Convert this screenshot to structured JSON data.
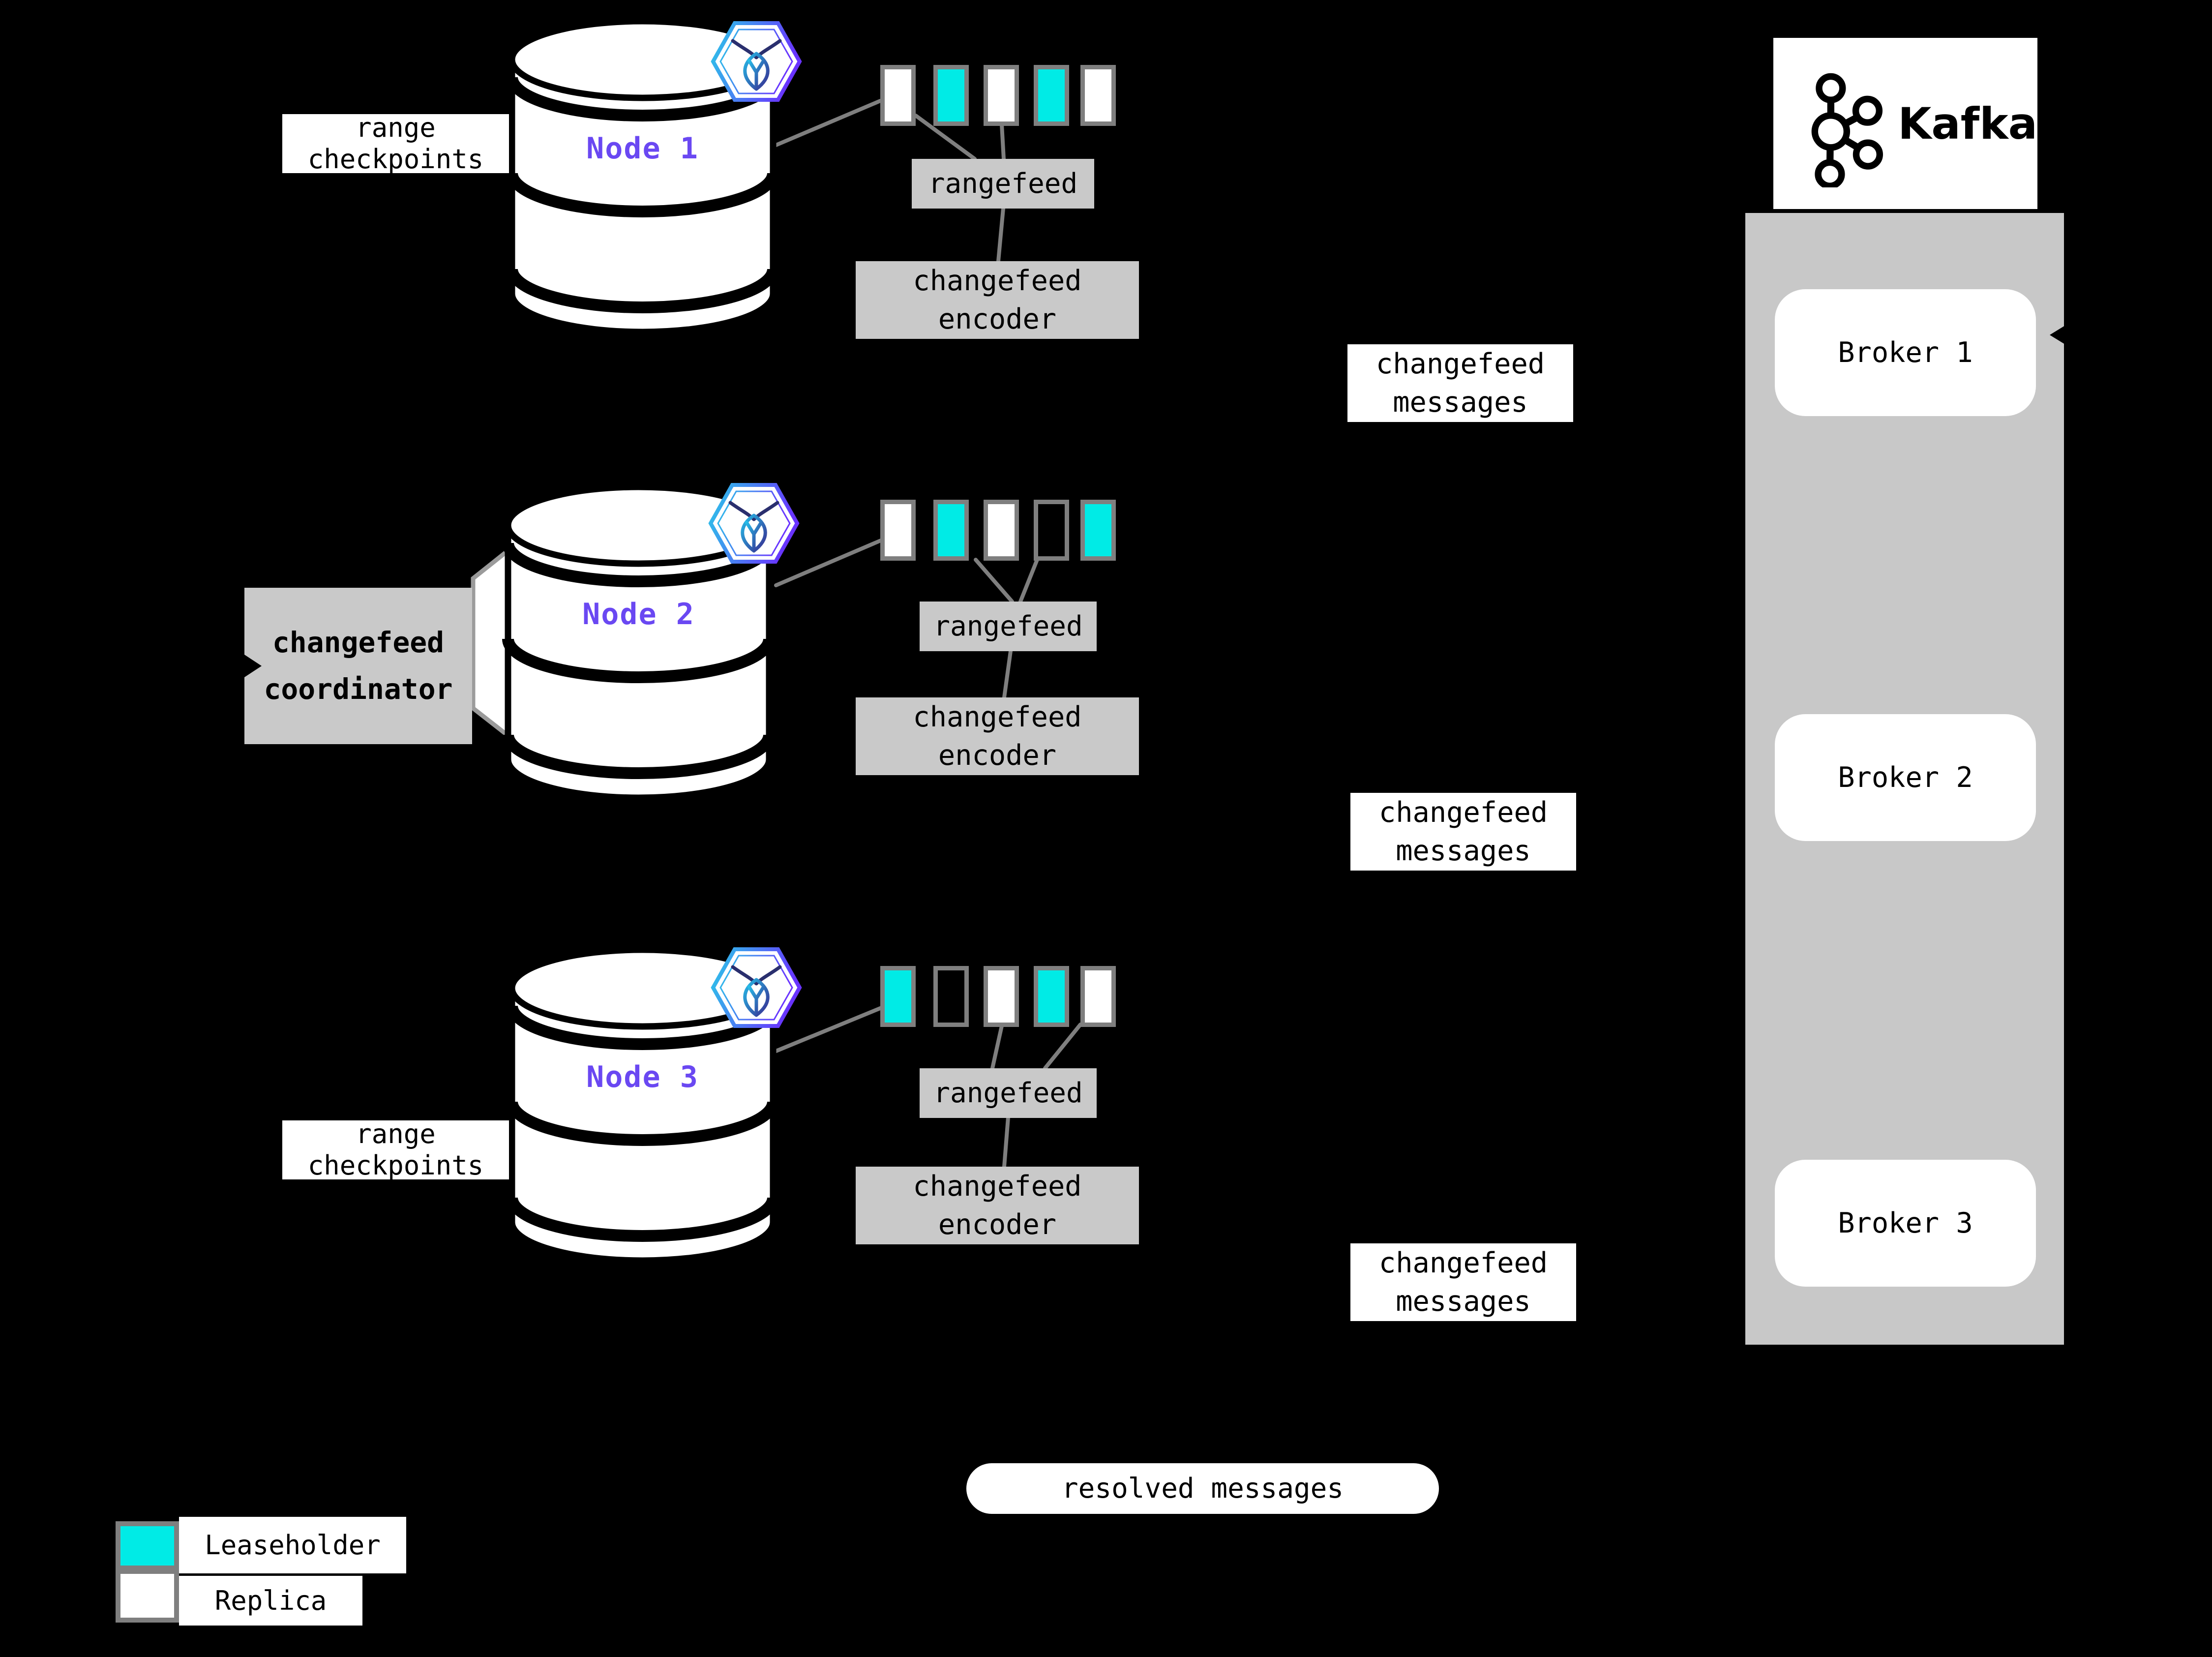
{
  "colors": {
    "background": "#000000",
    "leaseholder": "#00EBE6",
    "replica": "#FFFFFF",
    "box_gray": "#C9C9C9",
    "panel_gray": "#C8C8C8",
    "connector": "#7F7F7F",
    "border_gray": "#7F7F7F",
    "node_label": "#6A48F2"
  },
  "icons": {
    "node_badge": "cockroachdb-logo",
    "queue_logo": "kafka-logo"
  },
  "nodes": [
    {
      "label": "Node 1",
      "annotation": {
        "lines": [
          "range",
          "checkpoints"
        ]
      },
      "ranges": [
        "replica",
        "leaseholder",
        "replica",
        "leaseholder",
        "replica"
      ],
      "rangefeed": "rangefeed",
      "encoder": {
        "lines": [
          "changefeed",
          "encoder"
        ]
      },
      "messages": {
        "lines": [
          "changefeed",
          "messages"
        ]
      }
    },
    {
      "label": "Node 2",
      "annotation": {
        "lines": [
          "changefeed",
          "coordinator"
        ]
      },
      "ranges": [
        "replica",
        "leaseholder",
        "replica",
        "empty",
        "leaseholder"
      ],
      "rangefeed": "rangefeed",
      "encoder": {
        "lines": [
          "changefeed",
          "encoder"
        ]
      },
      "messages": {
        "lines": [
          "changefeed",
          "messages"
        ]
      }
    },
    {
      "label": "Node 3",
      "annotation": {
        "lines": [
          "range",
          "checkpoints"
        ]
      },
      "ranges": [
        "leaseholder",
        "empty",
        "replica",
        "leaseholder",
        "replica"
      ],
      "rangefeed": "rangefeed",
      "encoder": {
        "lines": [
          "changefeed",
          "encoder"
        ]
      },
      "messages": {
        "lines": [
          "changefeed",
          "messages"
        ]
      }
    }
  ],
  "kafka": {
    "wordmark": "Kafka",
    "brokers": [
      {
        "label": "Broker 1"
      },
      {
        "label": "Broker 2"
      },
      {
        "label": "Broker 3"
      }
    ]
  },
  "resolved": {
    "label": "resolved messages"
  },
  "legend": {
    "items": [
      {
        "label": "Leaseholder",
        "type": "leaseholder"
      },
      {
        "label": "Replica",
        "type": "replica"
      }
    ]
  }
}
